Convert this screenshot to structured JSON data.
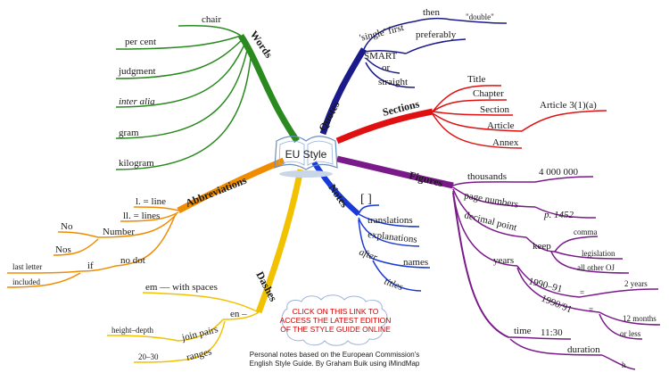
{
  "center": {
    "title": "EU Style"
  },
  "branches": {
    "words": {
      "label": "Words",
      "color": "#2a8a1f",
      "items": [
        "chair",
        "per cent",
        "judgment",
        "inter alia",
        "gram",
        "kilogram"
      ]
    },
    "quotes": {
      "label": "Quotes",
      "color": "#1a1a8a",
      "single_first": "'single' first",
      "then": "then",
      "double": "\"double\"",
      "smart": "SMART",
      "preferably": "preferably",
      "or": "or",
      "straight": "straight"
    },
    "sections": {
      "label": "Sections",
      "color": "#e01010",
      "items": [
        "Title",
        "Chapter",
        "Section",
        "Article",
        "Annex"
      ],
      "article_example": "Article 3(1)(a)"
    },
    "figures": {
      "label": "Figures",
      "color": "#7a1a8a",
      "thousands": "thousands",
      "thousands_example": "4 000 000",
      "page_numbers": "page numbers",
      "page_example": "p. 1452",
      "decimal_point": "decimal point",
      "keep": "keep",
      "comma": "comma",
      "legislation": "legislation",
      "all_other_oj": "all other OJ",
      "years": "years",
      "years_a": "1990–91",
      "years_b": "1990/91",
      "eq": "=",
      "two_years": "2 years",
      "twelve_months": "12 months",
      "or_less": "or less",
      "time": "time",
      "time_example": "11:30",
      "duration": "duration",
      "hour": "h"
    },
    "notes": {
      "label": "Notes",
      "color": "#1a3ad8",
      "brackets": "[ ]",
      "translations": "translations",
      "explanations": "explanations",
      "after": "after",
      "names": "names",
      "titles": "titles"
    },
    "dashes": {
      "label": "Dashes",
      "color": "#f2c200",
      "em": "em — with spaces",
      "en": "en –",
      "join_pairs": "join pairs",
      "height_depth": "height–depth",
      "ranges": "ranges",
      "range_example": "20–30"
    },
    "abbreviations": {
      "label": "Abbreviations",
      "color": "#f08c00",
      "l_line": "l. = line",
      "ll_lines": "ll. = lines",
      "number": "Number",
      "no": "No",
      "nos": "Nos",
      "no_dot": "no dot",
      "if": "if",
      "last_letter": "last letter",
      "included": "included"
    }
  },
  "link": {
    "text_lines": [
      "CLICK ON THIS LINK TO",
      "ACCESS THE LATEST EDITION",
      "OF THE STYLE GUIDE ONLINE"
    ]
  },
  "footer": {
    "lines": [
      "Personal notes based on the European Commission's",
      "English Style Guide. By Graham Buik using iMindMap"
    ]
  }
}
